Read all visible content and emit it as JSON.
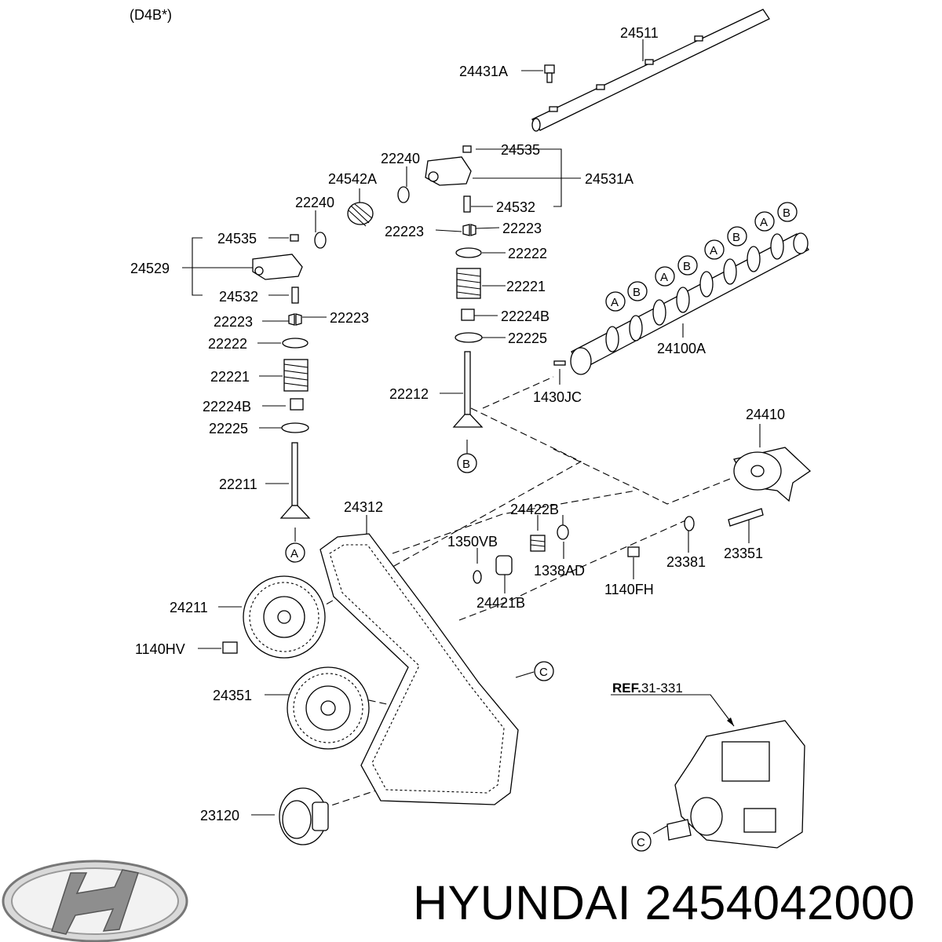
{
  "diagram": {
    "engine_code": "(D4B*)",
    "ref_prefix": "REF.",
    "ref_number": "31-331",
    "parts": [
      {
        "id": "rocker-shaft",
        "label": "24511"
      },
      {
        "id": "shaft-bolt",
        "label": "24431A"
      },
      {
        "id": "adjust-nut-upper",
        "label": "24535"
      },
      {
        "id": "washer-upper",
        "label": "22240"
      },
      {
        "id": "spring-rocker",
        "label": "24542A"
      },
      {
        "id": "rocker-arm-upper",
        "label": "24531A"
      },
      {
        "id": "washer-mid",
        "label": "22240"
      },
      {
        "id": "adjust-screw-upper",
        "label": "24532"
      },
      {
        "id": "cotter-upper-left",
        "label": "22223"
      },
      {
        "id": "cotter-upper-right",
        "label": "22223"
      },
      {
        "id": "adjust-nut-lower",
        "label": "24535"
      },
      {
        "id": "rocker-arm-lower",
        "label": "24529"
      },
      {
        "id": "retainer-upper",
        "label": "22222"
      },
      {
        "id": "spring-upper",
        "label": "22221"
      },
      {
        "id": "adjust-screw-lower",
        "label": "24532"
      },
      {
        "id": "cotter-lower-left",
        "label": "22223"
      },
      {
        "id": "cotter-lower-right",
        "label": "22223"
      },
      {
        "id": "stem-seal-upper",
        "label": "22224B"
      },
      {
        "id": "retainer-lower",
        "label": "22222"
      },
      {
        "id": "spring-seat-upper",
        "label": "22225"
      },
      {
        "id": "camshaft",
        "label": "24100A"
      },
      {
        "id": "spring-lower",
        "label": "22221"
      },
      {
        "id": "exhaust-valve",
        "label": "22212"
      },
      {
        "id": "dowel-pin",
        "label": "1430JC"
      },
      {
        "id": "stem-seal-lower",
        "label": "22224B"
      },
      {
        "id": "spring-seat-lower",
        "label": "22225"
      },
      {
        "id": "tensioner-pulley",
        "label": "24410"
      },
      {
        "id": "intake-valve",
        "label": "22211"
      },
      {
        "id": "timing-belt",
        "label": "24312"
      },
      {
        "id": "tensioner-spring",
        "label": "24422B"
      },
      {
        "id": "plug-seal",
        "label": "1350VB"
      },
      {
        "id": "spring-retainer",
        "label": "1338AD"
      },
      {
        "id": "tensioner-washer",
        "label": "23381"
      },
      {
        "id": "tensioner-bolt",
        "label": "23351"
      },
      {
        "id": "cam-sprocket",
        "label": "24211"
      },
      {
        "id": "tensioner-spacer",
        "label": "24421B"
      },
      {
        "id": "flange-bolt",
        "label": "1140FH"
      },
      {
        "id": "sprocket-bolt",
        "label": "1140HV"
      },
      {
        "id": "pump-sprocket",
        "label": "24351"
      },
      {
        "id": "crank-sprocket",
        "label": "23120"
      }
    ],
    "circle_markers": {
      "a": "A",
      "b": "B",
      "c": "C"
    }
  },
  "footer": {
    "brand": "HYUNDAI",
    "part_number": "2454042000"
  }
}
